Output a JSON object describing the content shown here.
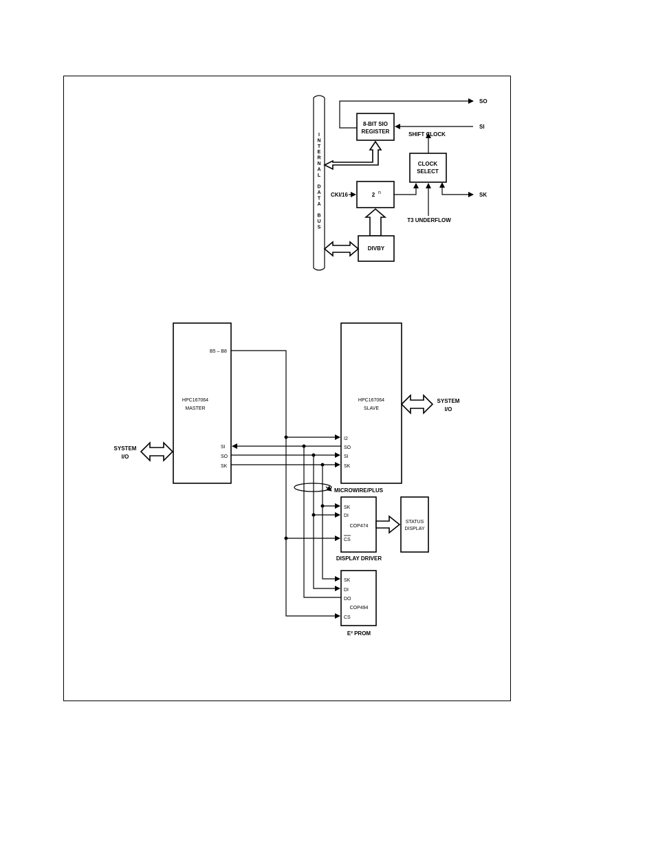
{
  "top": {
    "bus_letters": [
      "I",
      "N",
      "T",
      "E",
      "R",
      "N",
      "A",
      "L",
      "",
      "D",
      "A",
      "T",
      "A",
      "",
      "B",
      "U",
      "S"
    ],
    "sio_register": [
      "8-BIT SIO",
      "REGISTER"
    ],
    "clock_select": [
      "CLOCK",
      "SELECT"
    ],
    "prescaler": "2",
    "prescaler_sup": "n",
    "divby": "DIVBY",
    "so": "SO",
    "si": "SI",
    "sk": "SK",
    "shift_clock": "SHIFT CLOCK",
    "cki": "CKI/16",
    "t3": "T3 UNDERFLOW"
  },
  "bottom": {
    "master": [
      "HPC167064",
      "MASTER"
    ],
    "slave": [
      "HPC167064",
      "SLAVE"
    ],
    "b_range": "B5 – B8",
    "master_pins": [
      "SI",
      "SO",
      "SK"
    ],
    "slave_pins": [
      "I2",
      "SO",
      "SI",
      "SK"
    ],
    "system_io_left": [
      "SYSTEM",
      "I/O"
    ],
    "system_io_right": [
      "SYSTEM",
      "I/O"
    ],
    "microwire": "MICROWIRE/PLUS",
    "cop474": "COP474",
    "cop474_pins": [
      "SK",
      "DI",
      "CS"
    ],
    "display_driver": "DISPLAY DRIVER",
    "status_display": [
      "STATUS",
      "DISPLAY"
    ],
    "cop494": "COP494",
    "cop494_pins": [
      "SK",
      "DI",
      "DO",
      "CS"
    ],
    "eeprom": "E² PROM"
  }
}
